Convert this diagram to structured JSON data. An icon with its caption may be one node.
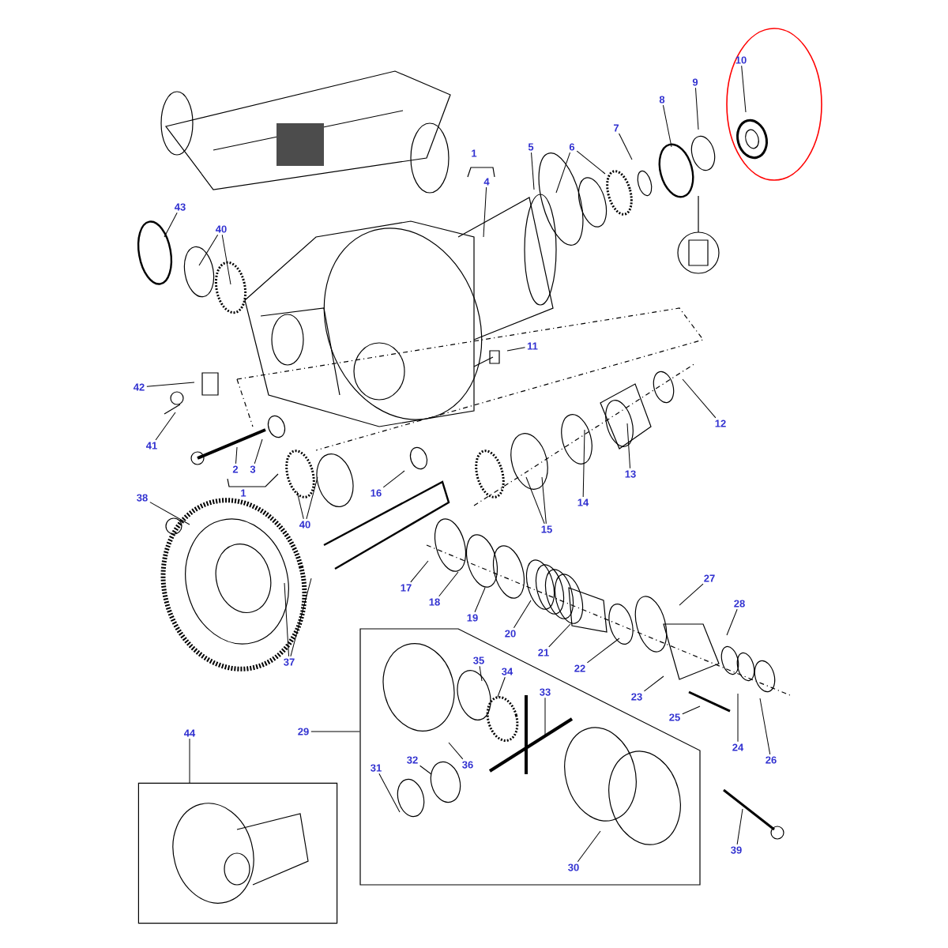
{
  "diagram": {
    "nodes": [
      {
        "text": [],
        "shape": "circle"
      },
      {
        "text": [
          "1"
        ]
      },
      {
        "text": [
          "4"
        ]
      },
      {
        "text": [
          "5"
        ]
      },
      {
        "text": [
          "6"
        ]
      },
      {
        "text": [
          "7"
        ]
      },
      {
        "text": [
          "8"
        ]
      },
      {
        "text": [
          "9"
        ]
      },
      {
        "text": [
          "10"
        ],
        "in": 0
      },
      {
        "text": [
          "43"
        ]
      },
      {
        "text": [
          "40"
        ]
      },
      {
        "text": [
          "11"
        ]
      },
      {
        "text": [
          "12"
        ]
      },
      {
        "text": [
          "42"
        ]
      },
      {
        "text": [
          "41"
        ]
      },
      {
        "text": [
          "13"
        ]
      },
      {
        "text": [
          "2"
        ]
      },
      {
        "text": [
          "3"
        ]
      },
      {
        "text": [
          "1"
        ]
      },
      {
        "text": [
          "16"
        ]
      },
      {
        "text": [
          "14"
        ]
      },
      {
        "text": [
          "15"
        ]
      },
      {
        "text": [
          "38"
        ]
      },
      {
        "text": [
          "40"
        ]
      },
      {
        "text": [
          "17"
        ]
      },
      {
        "text": [
          "18"
        ]
      },
      {
        "text": [
          "19"
        ]
      },
      {
        "text": [
          "27"
        ]
      },
      {
        "text": [
          "20"
        ]
      },
      {
        "text": [
          "28"
        ]
      },
      {
        "text": [
          "21"
        ]
      },
      {
        "text": [
          "22"
        ]
      },
      {
        "text": [
          "37"
        ]
      },
      {
        "text": [
          "23"
        ]
      },
      {
        "text": [
          "25"
        ]
      },
      {
        "text": [
          "24"
        ]
      },
      {
        "text": [
          "26"
        ]
      },
      {
        "text": [],
        "shape": "box"
      },
      {
        "text": [
          "29"
        ]
      },
      {
        "text": [
          "35"
        ],
        "in": 37
      },
      {
        "text": [
          "34"
        ],
        "in": 37
      },
      {
        "text": [
          "33"
        ],
        "in": 37
      },
      {
        "text": [
          "36"
        ],
        "in": 37
      },
      {
        "text": [
          "31"
        ],
        "in": 37
      },
      {
        "text": [
          "32"
        ],
        "in": 37
      },
      {
        "text": [
          "30"
        ],
        "in": 37
      },
      {
        "text": [
          "39"
        ]
      },
      {
        "text": [
          "44"
        ]
      },
      {
        "text": [],
        "shape": "box"
      }
    ],
    "edges": [
      {
        "from": 2,
        "to": null,
        "arrow": "none"
      },
      {
        "from": 3,
        "to": null,
        "arrow": "none"
      },
      {
        "from": 4,
        "to": null,
        "arrow": "none"
      },
      {
        "from": 4,
        "to": null,
        "arrow": "none"
      },
      {
        "from": 5,
        "to": null,
        "arrow": "none"
      },
      {
        "from": 6,
        "to": null,
        "arrow": "none"
      },
      {
        "from": 7,
        "to": null,
        "arrow": "none"
      },
      {
        "from": 8,
        "to": null,
        "arrow": "none"
      },
      {
        "from": 9,
        "to": null,
        "arrow": "none"
      },
      {
        "from": 10,
        "to": null,
        "arrow": "none"
      },
      {
        "from": 10,
        "to": null,
        "arrow": "none"
      },
      {
        "from": 11,
        "to": null,
        "arrow": "none"
      },
      {
        "from": 12,
        "to": null,
        "arrow": "none"
      },
      {
        "from": 13,
        "to": null,
        "arrow": "none"
      },
      {
        "from": 14,
        "to": null,
        "arrow": "none"
      },
      {
        "from": 15,
        "to": null,
        "arrow": "none"
      },
      {
        "from": 16,
        "to": null,
        "arrow": "none"
      },
      {
        "from": 17,
        "to": null,
        "arrow": "none"
      },
      {
        "from": 19,
        "to": null,
        "arrow": "none"
      },
      {
        "from": 20,
        "to": null,
        "arrow": "none"
      },
      {
        "from": 21,
        "to": null,
        "arrow": "none"
      },
      {
        "from": 21,
        "to": null,
        "arrow": "none"
      },
      {
        "from": 22,
        "to": null,
        "arrow": "none"
      },
      {
        "from": 23,
        "to": null,
        "arrow": "none"
      },
      {
        "from": 23,
        "to": null,
        "arrow": "none"
      },
      {
        "from": 24,
        "to": null,
        "arrow": "none"
      },
      {
        "from": 25,
        "to": null,
        "arrow": "none"
      },
      {
        "from": 26,
        "to": null,
        "arrow": "none"
      },
      {
        "from": 27,
        "to": null,
        "arrow": "none"
      },
      {
        "from": 28,
        "to": null,
        "arrow": "none"
      },
      {
        "from": 29,
        "to": null,
        "arrow": "none"
      },
      {
        "from": 30,
        "to": null,
        "arrow": "none"
      },
      {
        "from": 31,
        "to": null,
        "arrow": "none"
      },
      {
        "from": 32,
        "to": null,
        "arrow": "none"
      },
      {
        "from": 32,
        "to": null,
        "arrow": "none"
      },
      {
        "from": 33,
        "to": null,
        "arrow": "none"
      },
      {
        "from": 34,
        "to": null,
        "arrow": "none"
      },
      {
        "from": 35,
        "to": null,
        "arrow": "none"
      },
      {
        "from": 36,
        "to": null,
        "arrow": "none"
      },
      {
        "from": 38,
        "to": 37,
        "arrow": "none"
      },
      {
        "from": 39,
        "to": null,
        "arrow": "none"
      },
      {
        "from": 40,
        "to": null,
        "arrow": "none"
      },
      {
        "from": 41,
        "to": null,
        "arrow": "none"
      },
      {
        "from": 42,
        "to": null,
        "arrow": "none"
      },
      {
        "from": 43,
        "to": null,
        "arrow": "none"
      },
      {
        "from": 44,
        "to": null,
        "arrow": "none"
      },
      {
        "from": 45,
        "to": null,
        "arrow": "none"
      },
      {
        "from": 46,
        "to": null,
        "arrow": "none"
      },
      {
        "from": 47,
        "to": 48,
        "arrow": "none"
      }
    ]
  }
}
